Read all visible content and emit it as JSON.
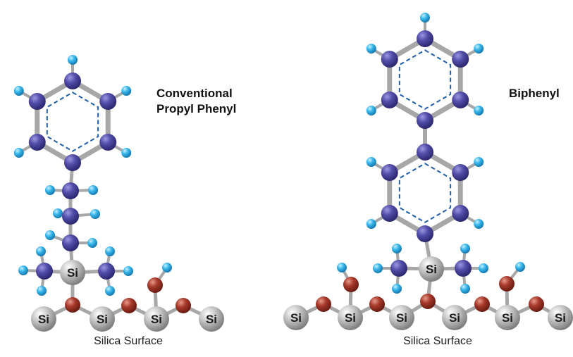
{
  "left": {
    "title_line1": "Conventional",
    "title_line2": "Propyl Phenyl",
    "caption": "Silica Surface",
    "atom_label": "Si"
  },
  "right": {
    "title": "Biphenyl",
    "caption": "Silica Surface",
    "atom_label": "Si"
  },
  "colors": {
    "carbon": "#4d48a6",
    "hydrogen": "#35b7ea",
    "oxygen": "#a8382a",
    "silicon": "#b9b9b9",
    "bond": "#a7a7a7",
    "aromatic": "#1f5ea8"
  }
}
